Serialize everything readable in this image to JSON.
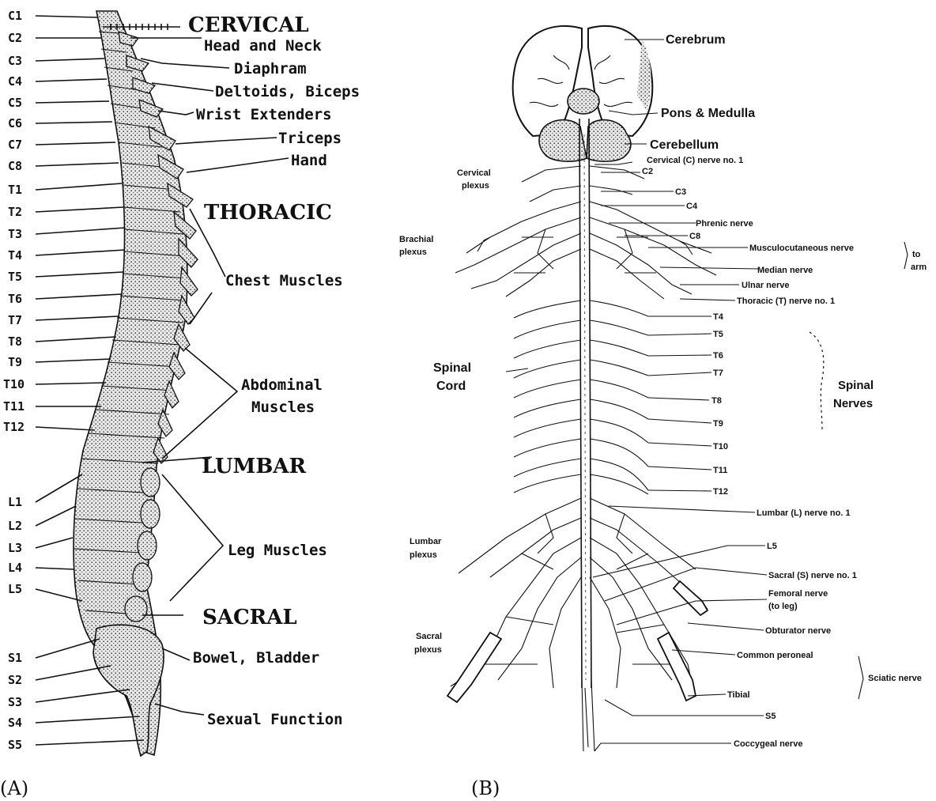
{
  "panel_a": {
    "label": "(A)",
    "sections": {
      "cervical": "CERVICAL",
      "thoracic": "THORACIC",
      "lumbar": "LUMBAR",
      "sacral": "SACRAL"
    },
    "vertebrae": [
      "C1",
      "C2",
      "C3",
      "C4",
      "C5",
      "C6",
      "C7",
      "C8",
      "T1",
      "T2",
      "T3",
      "T4",
      "T5",
      "T6",
      "T7",
      "T8",
      "T9",
      "T10",
      "T11",
      "T12",
      "L1",
      "L2",
      "L3",
      "L4",
      "L5",
      "S1",
      "S2",
      "S3",
      "S4",
      "S5"
    ],
    "functions": {
      "head_neck": "Head and Neck",
      "diaphram": "Diaphram",
      "deltoids": "Deltoids, Biceps",
      "wrist": "Wrist Extenders",
      "triceps": "Triceps",
      "hand": "Hand",
      "chest": "Chest Muscles",
      "abdominal_1": "Abdominal",
      "abdominal_2": "Muscles",
      "leg": "Leg Muscles",
      "bowel": "Bowel, Bladder",
      "sexual": "Sexual Function"
    }
  },
  "panel_b": {
    "label": "(B)",
    "brain": {
      "cerebrum": "Cerebrum",
      "pons": "Pons & Medulla",
      "cerebellum": "Cerebellum"
    },
    "left_labels": {
      "cervical_plexus_1": "Cervical",
      "cervical_plexus_2": "plexus",
      "brachial_plexus_1": "Brachial",
      "brachial_plexus_2": "plexus",
      "spinal_cord_1": "Spinal",
      "spinal_cord_2": "Cord",
      "lumbar_plexus_1": "Lumbar",
      "lumbar_plexus_2": "plexus",
      "sacral_plexus_1": "Sacral",
      "sacral_plexus_2": "plexus"
    },
    "right_labels": {
      "cervical_nerve_1": "Cervical (C) nerve no. 1",
      "c2": "C2",
      "c3": "C3",
      "c4": "C4",
      "phrenic": "Phrenic nerve",
      "c8": "C8",
      "musculocutaneous": "Musculocutaneous nerve",
      "median": "Median nerve",
      "to_arm_1": "to",
      "to_arm_2": "arm",
      "ulnar": "Ulnar nerve",
      "thoracic_nerve_1": "Thoracic (T) nerve no. 1",
      "t4": "T4",
      "t5": "T5",
      "t6": "T6",
      "t7": "T7",
      "t8": "T8",
      "t9": "T9",
      "t10": "T10",
      "t11": "T11",
      "t12": "T12",
      "spinal_nerves_1": "Spinal",
      "spinal_nerves_2": "Nerves",
      "lumbar_nerve_1": "Lumbar (L) nerve no. 1",
      "l5": "L5",
      "sacral_nerve_1": "Sacral (S) nerve no. 1",
      "femoral": "Femoral nerve",
      "femoral_sub": "(to leg)",
      "obturator": "Obturator nerve",
      "common_peroneal": "Common peroneal",
      "sciatic": "Sciatic nerve",
      "tibial": "Tibial",
      "s5": "S5",
      "coccygeal": "Coccygeal nerve"
    }
  }
}
